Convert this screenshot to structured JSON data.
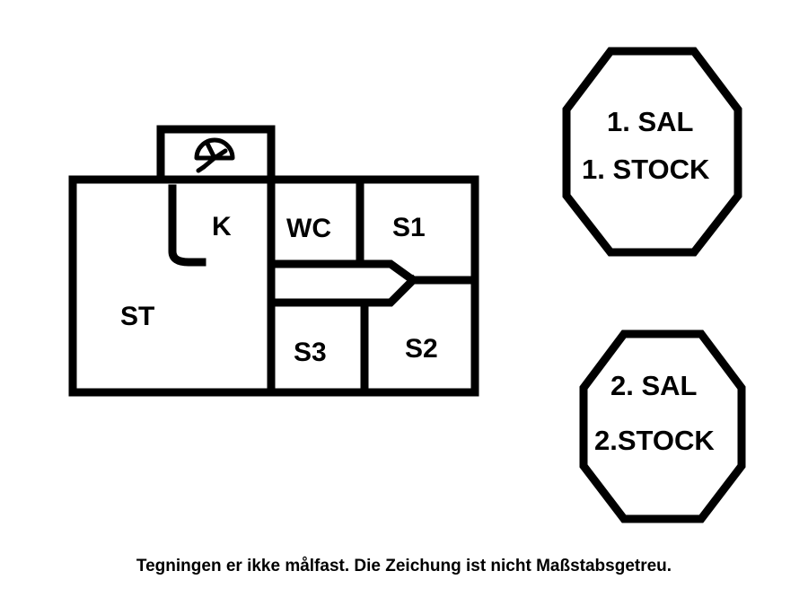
{
  "floor_plan": {
    "rooms": {
      "kitchen": "K",
      "living": "ST",
      "wc": "WC",
      "bedroom_1": "S1",
      "bedroom_2": "S2",
      "bedroom_3": "S3"
    },
    "stove_icon": "stove-icon"
  },
  "floors": [
    {
      "line1": "1. SAL",
      "line2": "1. STOCK"
    },
    {
      "line1": "2. SAL",
      "line2": "2.STOCK"
    }
  ],
  "note": "Tegningen er ikke målfast. Die Zeichung ist nicht Maßstabsgetreu."
}
